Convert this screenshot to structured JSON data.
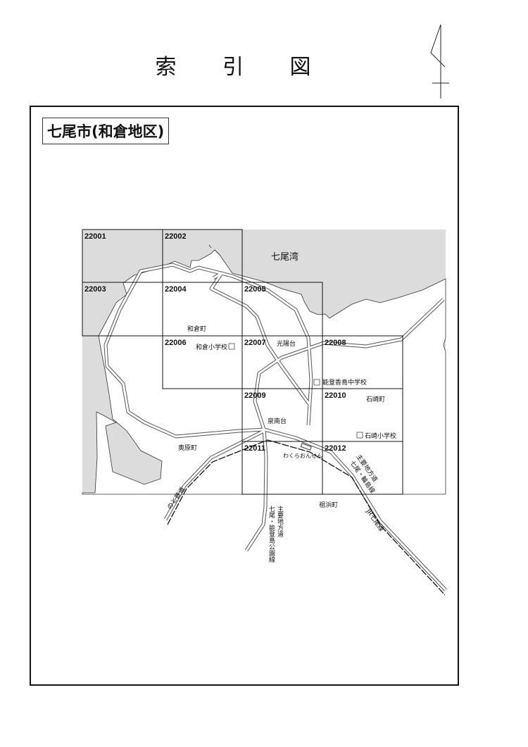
{
  "title": "索 引 図",
  "area_label": "七尾市(和倉地区)",
  "colors": {
    "sea": "#dcdcdc",
    "line": "#222222"
  },
  "north_arrow": "north-arrow-icon",
  "cells": [
    "22001",
    "22002",
    "22003",
    "22004",
    "22005",
    "22006",
    "22007",
    "22008",
    "22009",
    "22010",
    "22011",
    "22012"
  ],
  "places": {
    "bay": "七尾湾",
    "wakura_town": "和倉町",
    "wakura_school": "和倉小学校",
    "kouyoudai": "光陽台",
    "notokashima_school": "能登香島中学校",
    "ishizaki_town": "石崎町",
    "senan": "泉南台",
    "ishizaki_school": "石崎小学校",
    "okuhara": "奥原町",
    "wakura_onsen": "わくらおんせん",
    "sohama": "祖浜町",
    "noto_railway": "のと鉄道",
    "jr_line": "JR七尾線",
    "road1_a": "主要地方道",
    "road1_b": "七尾・輪島線",
    "road2_a": "主要地方道",
    "road2_b": "七尾・能登島公園線"
  }
}
